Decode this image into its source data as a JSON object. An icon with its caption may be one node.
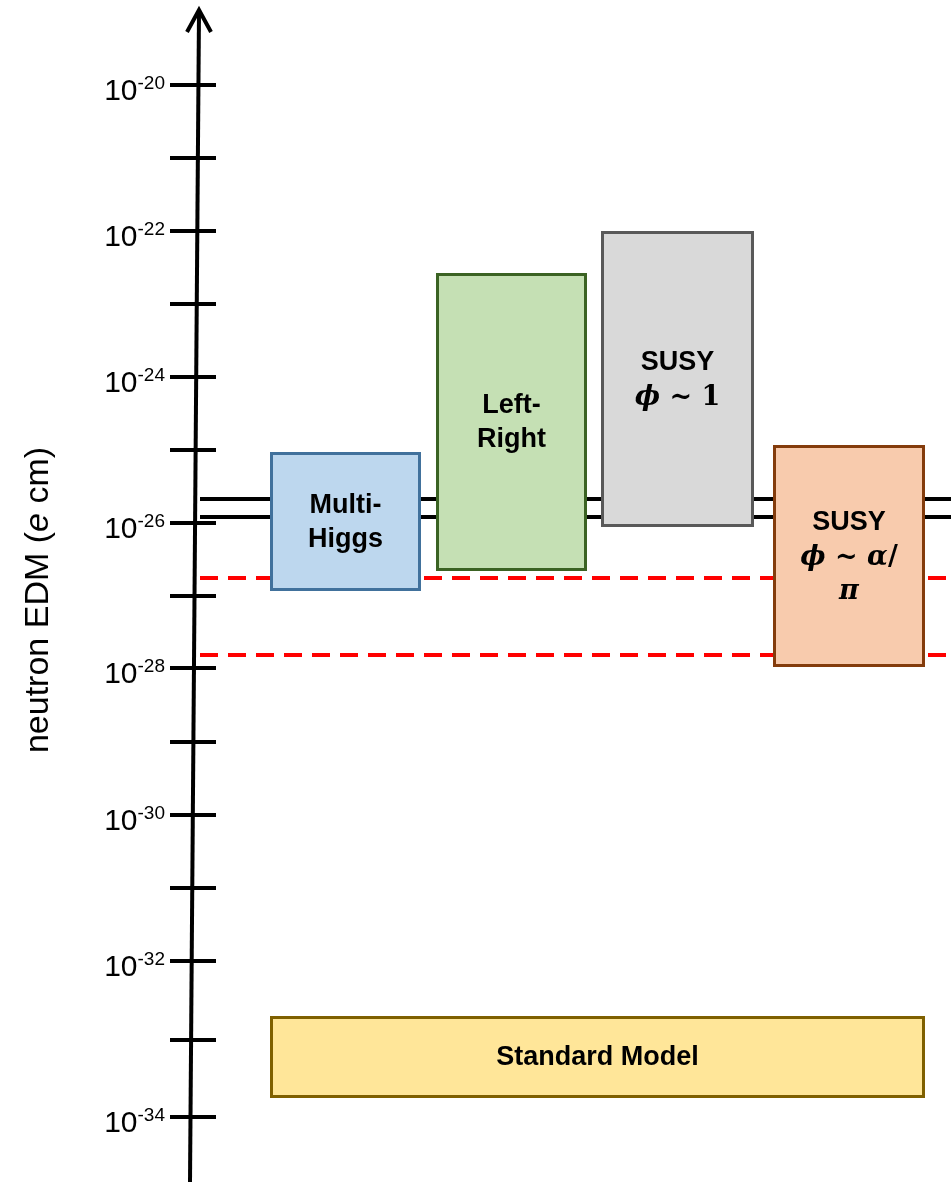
{
  "diagram": {
    "nodes": [
      {
        "text": [
          "Multi- Higgs"
        ]
      },
      {
        "text": [
          "Left- Right"
        ]
      },
      {
        "text": [
          "SUSY",
          "*ϕ* ~ 1"
        ]
      },
      {
        "text": [
          "SUSY",
          "*ϕ* ~ *α*/*π*"
        ]
      },
      {
        "text": [
          "Standard Model"
        ]
      }
    ],
    "edges": [],
    "labels": [
      "10$^{-20}$",
      "10$^{-22}$",
      "10$^{-24}$",
      "10$^{-26}$",
      "10$^{-28}$",
      "10$^{-30}$",
      "10$^{-32}$",
      "10$^{-34}$",
      "neutron EDM (*e* cm)"
    ]
  }
}
